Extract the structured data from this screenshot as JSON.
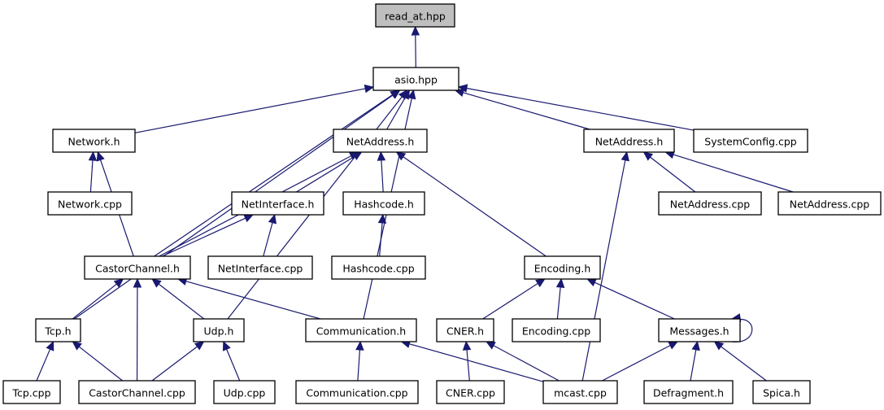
{
  "diagram": {
    "title": "read_at.hpp include dependency graph",
    "colors": {
      "edge": "#191970",
      "root_fill": "#bfbfbf",
      "node_fill": "#ffffff",
      "border": "#000000"
    },
    "nodes": [
      {
        "id": "read_at",
        "label": "read_at.hpp",
        "root": true
      },
      {
        "id": "asio",
        "label": "asio.hpp"
      },
      {
        "id": "network_h",
        "label": "Network.h"
      },
      {
        "id": "netaddress_h1",
        "label": "NetAddress.h"
      },
      {
        "id": "netaddress_h2",
        "label": "NetAddress.h"
      },
      {
        "id": "systemconfig",
        "label": "SystemConfig.cpp"
      },
      {
        "id": "network_cpp",
        "label": "Network.cpp"
      },
      {
        "id": "netinterface_h",
        "label": "NetInterface.h"
      },
      {
        "id": "hashcode_h",
        "label": "Hashcode.h"
      },
      {
        "id": "netaddress_cpp1",
        "label": "NetAddress.cpp"
      },
      {
        "id": "netaddress_cpp2",
        "label": "NetAddress.cpp"
      },
      {
        "id": "castorchannel_h",
        "label": "CastorChannel.h"
      },
      {
        "id": "netinterface_cpp",
        "label": "NetInterface.cpp"
      },
      {
        "id": "hashcode_cpp",
        "label": "Hashcode.cpp"
      },
      {
        "id": "encoding_h",
        "label": "Encoding.h"
      },
      {
        "id": "tcp_h",
        "label": "Tcp.h"
      },
      {
        "id": "udp_h",
        "label": "Udp.h"
      },
      {
        "id": "communication_h",
        "label": "Communication.h"
      },
      {
        "id": "cner_h",
        "label": "CNER.h"
      },
      {
        "id": "encoding_cpp",
        "label": "Encoding.cpp"
      },
      {
        "id": "messages_h",
        "label": "Messages.h"
      },
      {
        "id": "tcp_cpp",
        "label": "Tcp.cpp"
      },
      {
        "id": "castorchannel_cpp",
        "label": "CastorChannel.cpp"
      },
      {
        "id": "udp_cpp",
        "label": "Udp.cpp"
      },
      {
        "id": "communication_cpp",
        "label": "Communication.cpp"
      },
      {
        "id": "cner_cpp",
        "label": "CNER.cpp"
      },
      {
        "id": "mcast_cpp",
        "label": "mcast.cpp"
      },
      {
        "id": "defragment_h",
        "label": "Defragment.h"
      },
      {
        "id": "spica_h",
        "label": "Spica.h"
      }
    ],
    "edges": [
      {
        "from": "asio",
        "to": "read_at"
      },
      {
        "from": "network_h",
        "to": "asio"
      },
      {
        "from": "netaddress_h1",
        "to": "asio"
      },
      {
        "from": "netaddress_h2",
        "to": "asio"
      },
      {
        "from": "systemconfig",
        "to": "asio"
      },
      {
        "from": "castorchannel_h",
        "to": "asio"
      },
      {
        "from": "tcp_h",
        "to": "asio"
      },
      {
        "from": "udp_h",
        "to": "asio"
      },
      {
        "from": "communication_h",
        "to": "asio"
      },
      {
        "from": "network_cpp",
        "to": "network_h"
      },
      {
        "from": "castorchannel_h",
        "to": "network_h"
      },
      {
        "from": "netinterface_h",
        "to": "netaddress_h1"
      },
      {
        "from": "hashcode_h",
        "to": "netaddress_h1"
      },
      {
        "from": "castorchannel_h",
        "to": "netaddress_h1"
      },
      {
        "from": "encoding_h",
        "to": "netaddress_h1"
      },
      {
        "from": "netaddress_cpp1",
        "to": "netaddress_h2"
      },
      {
        "from": "netaddress_cpp2",
        "to": "netaddress_h2"
      },
      {
        "from": "mcast_cpp",
        "to": "netaddress_h2"
      },
      {
        "from": "castorchannel_h",
        "to": "netinterface_h"
      },
      {
        "from": "netinterface_cpp",
        "to": "netinterface_h"
      },
      {
        "from": "hashcode_cpp",
        "to": "hashcode_h"
      },
      {
        "from": "tcp_h",
        "to": "castorchannel_h"
      },
      {
        "from": "castorchannel_cpp",
        "to": "castorchannel_h"
      },
      {
        "from": "udp_h",
        "to": "castorchannel_h"
      },
      {
        "from": "communication_h",
        "to": "castorchannel_h"
      },
      {
        "from": "cner_h",
        "to": "encoding_h"
      },
      {
        "from": "encoding_cpp",
        "to": "encoding_h"
      },
      {
        "from": "messages_h",
        "to": "encoding_h"
      },
      {
        "from": "tcp_cpp",
        "to": "tcp_h"
      },
      {
        "from": "castorchannel_cpp",
        "to": "tcp_h"
      },
      {
        "from": "castorchannel_cpp",
        "to": "udp_h"
      },
      {
        "from": "udp_cpp",
        "to": "udp_h"
      },
      {
        "from": "communication_cpp",
        "to": "communication_h"
      },
      {
        "from": "mcast_cpp",
        "to": "communication_h"
      },
      {
        "from": "cner_cpp",
        "to": "cner_h"
      },
      {
        "from": "mcast_cpp",
        "to": "cner_h"
      },
      {
        "from": "messages_h",
        "to": "messages_h"
      },
      {
        "from": "mcast_cpp",
        "to": "messages_h"
      },
      {
        "from": "defragment_h",
        "to": "messages_h"
      },
      {
        "from": "spica_h",
        "to": "messages_h"
      }
    ]
  }
}
